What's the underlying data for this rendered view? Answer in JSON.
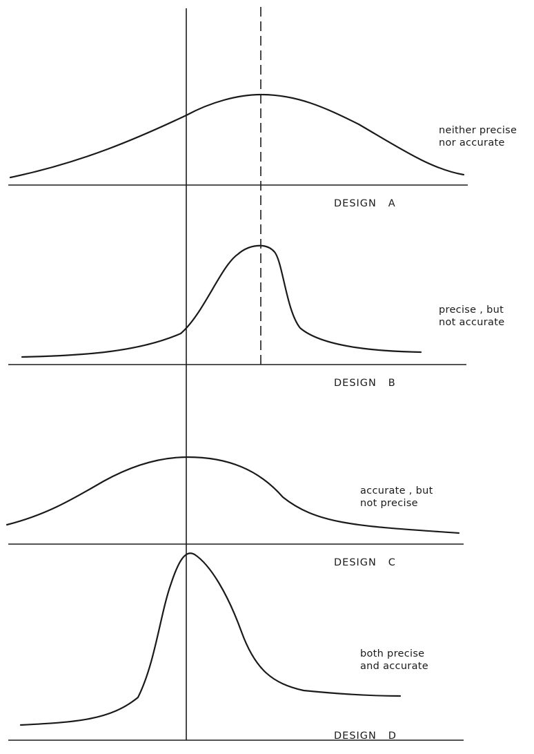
{
  "panels": [
    {
      "id": "a",
      "design_label": "DESIGN   A",
      "note_lines": [
        "neither  precise",
        "nor   accurate"
      ]
    },
    {
      "id": "b",
      "design_label": "DESIGN   B",
      "note_lines": [
        "precise ,  but",
        "not  accurate"
      ]
    },
    {
      "id": "c",
      "design_label": "DESIGN   C",
      "note_lines": [
        "accurate ,  but",
        "not   precise"
      ]
    },
    {
      "id": "d",
      "design_label": "DESIGN   D",
      "note_lines": [
        "both   precise",
        "and  accurate"
      ]
    }
  ]
}
